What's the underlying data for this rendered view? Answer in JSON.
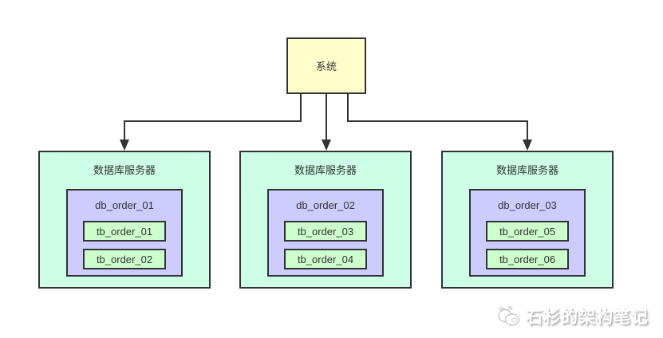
{
  "diagram": {
    "system": {
      "label": "系统"
    },
    "servers": [
      {
        "label": "数据库服务器",
        "db": {
          "label": "db_order_01",
          "tables": [
            "tb_order_01",
            "tb_order_02"
          ]
        }
      },
      {
        "label": "数据库服务器",
        "db": {
          "label": "db_order_02",
          "tables": [
            "tb_order_03",
            "tb_order_04"
          ]
        }
      },
      {
        "label": "数据库服务器",
        "db": {
          "label": "db_order_03",
          "tables": [
            "tb_order_05",
            "tb_order_06"
          ]
        }
      }
    ],
    "watermark": {
      "text": "石杉的架构笔记",
      "icon": "pig-logo-icon"
    },
    "colors": {
      "border": "#333333",
      "text": "#333333",
      "system_fill": "#ffffcc",
      "server_fill": "#ccffe6",
      "db_fill": "#ccccff",
      "table_fill": "#ccffcc",
      "watermark_shadow": "#b9b9b9"
    }
  }
}
